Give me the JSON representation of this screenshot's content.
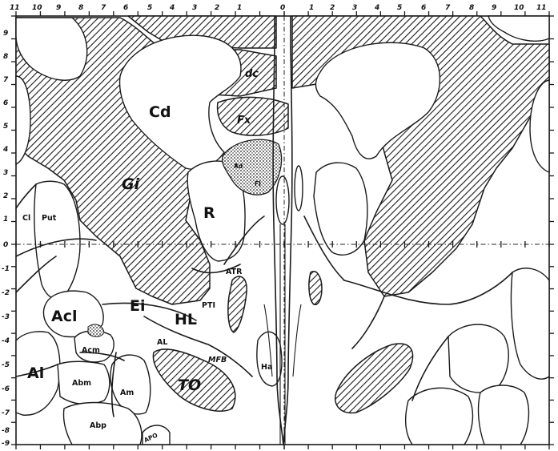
{
  "axes": {
    "top_left_ticks": [
      "11",
      "10",
      "9",
      "8",
      "7",
      "6",
      "5",
      "4",
      "3",
      "2",
      "1"
    ],
    "top_center_tick": "0",
    "top_right_ticks": [
      "1",
      "2",
      "3",
      "4",
      "5",
      "6",
      "7",
      "8",
      "9",
      "10",
      "11"
    ],
    "left_ticks_positive": [
      "9",
      "8",
      "7",
      "6",
      "5",
      "4",
      "3",
      "2",
      "1"
    ],
    "left_tick_zero": "0",
    "left_ticks_negative": [
      "-1",
      "-2",
      "-3",
      "-4",
      "-5",
      "-6",
      "-7",
      "-8",
      "-9"
    ]
  },
  "regions": {
    "dc": "dc",
    "cd": "Cd",
    "fx": "Fx",
    "gi": "Gi",
    "r": "R",
    "cl": "Cl",
    "put": "Put",
    "ad": "Ad",
    "fi": "FI",
    "atr": "ATR",
    "acl": "Acl",
    "ei": "Ei",
    "hl": "HL",
    "pti": "PTI",
    "acm": "Acm",
    "al_small": "AL",
    "mfb": "MFB",
    "al": "Al",
    "abm": "Abm",
    "am": "Am",
    "ha": "Ha",
    "to": "TO",
    "abp": "Abp",
    "apo": "APO"
  },
  "pattern": {
    "hatch_color": "#1a1a1a",
    "background": "#ffffff"
  }
}
